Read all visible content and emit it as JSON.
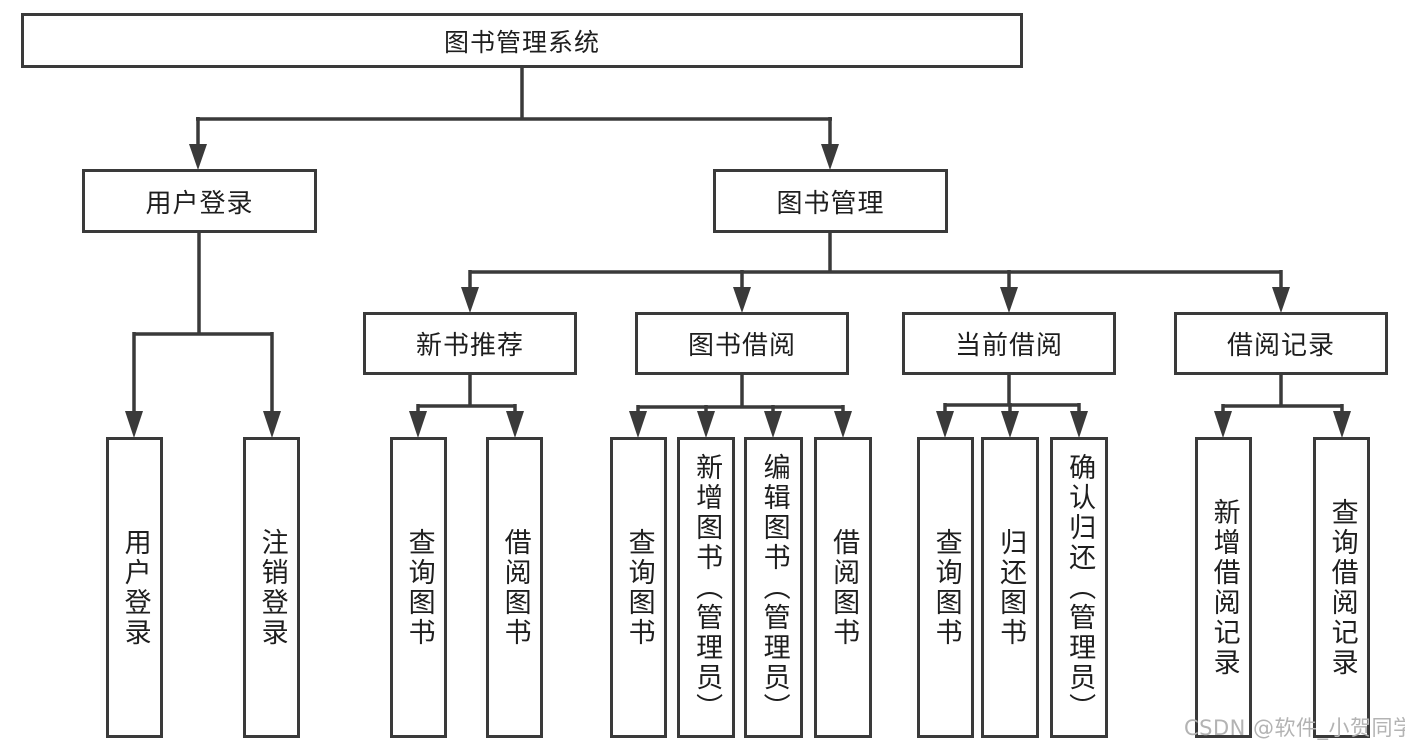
{
  "diagram": {
    "type": "hierarchy-tree",
    "colors": {
      "line": "#3a3a3a",
      "box_border": "#3a3a3a",
      "box_background": "#ffffff",
      "text": "#1e1e1e",
      "watermark": "#b3b3b3"
    },
    "nodes": {
      "root": {
        "label": "图书管理系统"
      },
      "user_login": {
        "label": "用户登录"
      },
      "book_management": {
        "label": "图书管理"
      },
      "new_book_recommend": {
        "label": "新书推荐"
      },
      "book_borrowing": {
        "label": "图书借阅"
      },
      "current_borrowing": {
        "label": "当前借阅"
      },
      "borrowing_records": {
        "label": "借阅记录"
      },
      "leaf_user_login": {
        "label": "用户登录"
      },
      "leaf_logout_login": {
        "label": "注销登录"
      },
      "leaf_query_books_1": {
        "label": "查询图书"
      },
      "leaf_borrow_books_1": {
        "label": "借阅图书"
      },
      "leaf_query_books_2": {
        "label": "查询图书"
      },
      "leaf_add_books_admin": {
        "label": "新增图书（管理员）"
      },
      "leaf_edit_books_admin": {
        "label": "编辑图书（管理员）"
      },
      "leaf_borrow_books_2": {
        "label": "借阅图书"
      },
      "leaf_query_books_3": {
        "label": "查询图书"
      },
      "leaf_return_books": {
        "label": "归还图书"
      },
      "leaf_confirm_return_admin": {
        "label": "确认归还（管理员）"
      },
      "leaf_add_borrow_record": {
        "label": "新增借阅记录"
      },
      "leaf_query_borrow_record": {
        "label": "查询借阅记录"
      }
    },
    "edges": [
      [
        "root",
        "user_login"
      ],
      [
        "root",
        "book_management"
      ],
      [
        "user_login",
        "leaf_user_login"
      ],
      [
        "user_login",
        "leaf_logout_login"
      ],
      [
        "book_management",
        "new_book_recommend"
      ],
      [
        "book_management",
        "book_borrowing"
      ],
      [
        "book_management",
        "current_borrowing"
      ],
      [
        "book_management",
        "borrowing_records"
      ],
      [
        "new_book_recommend",
        "leaf_query_books_1"
      ],
      [
        "new_book_recommend",
        "leaf_borrow_books_1"
      ],
      [
        "book_borrowing",
        "leaf_query_books_2"
      ],
      [
        "book_borrowing",
        "leaf_add_books_admin"
      ],
      [
        "book_borrowing",
        "leaf_edit_books_admin"
      ],
      [
        "book_borrowing",
        "leaf_borrow_books_2"
      ],
      [
        "current_borrowing",
        "leaf_query_books_3"
      ],
      [
        "current_borrowing",
        "leaf_return_books"
      ],
      [
        "current_borrowing",
        "leaf_confirm_return_admin"
      ],
      [
        "borrowing_records",
        "leaf_add_borrow_record"
      ],
      [
        "borrowing_records",
        "leaf_query_borrow_record"
      ]
    ],
    "watermark": {
      "text": "CSDN @软件_小贺同学"
    }
  }
}
